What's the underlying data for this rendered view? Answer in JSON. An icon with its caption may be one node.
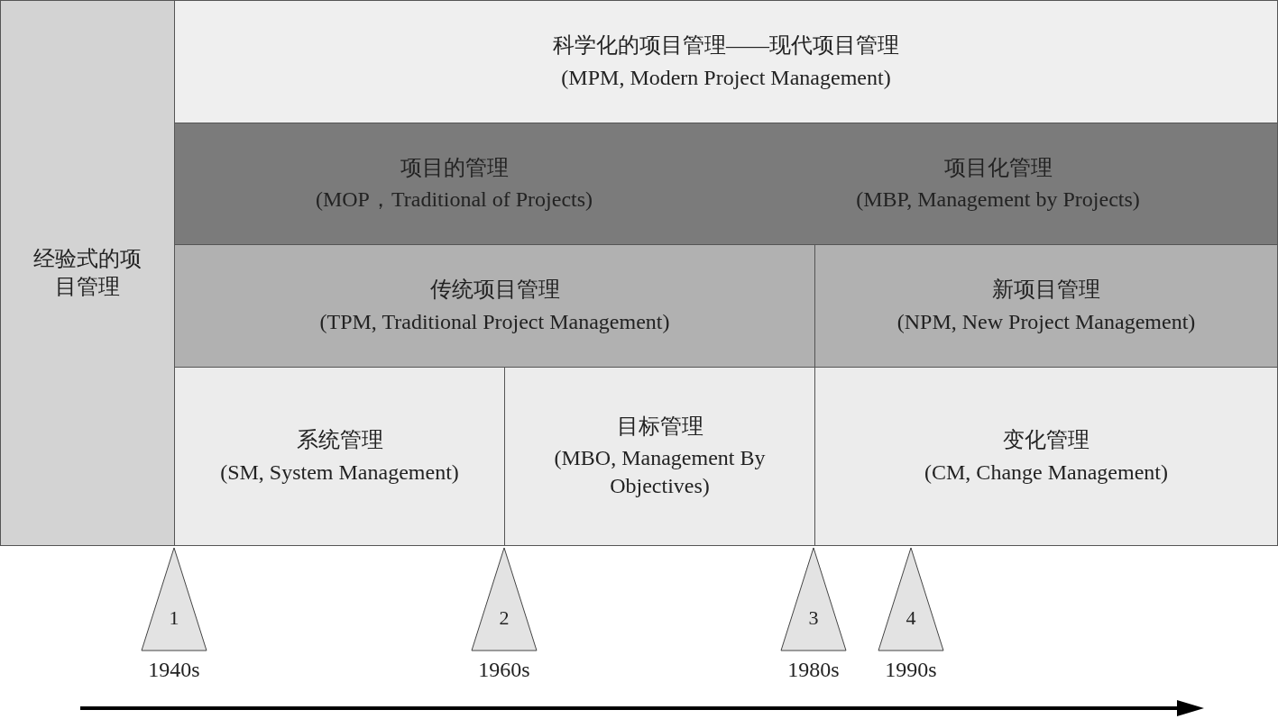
{
  "diagram": {
    "nodes": [
      {
        "text": [
          "经验式的项目管理"
        ]
      },
      {
        "text": [
          "科学化的项目管理——现代项目管理",
          "(MPM, Modern Project Management)"
        ]
      },
      {
        "text": [
          "项目的管理",
          "(MOP，Traditional of Projects)",
          "项目化管理",
          "(MBP, Management by Projects)"
        ]
      },
      {
        "text": [
          "传统项目管理",
          "(TPM, Traditional Project Management)"
        ]
      },
      {
        "text": [
          "新项目管理",
          "(NPM, New Project Management)"
        ]
      },
      {
        "text": [
          "系统管理",
          "(SM, System Management)"
        ]
      },
      {
        "text": [
          "目标管理",
          "(MBO, Management By Objectives)"
        ]
      },
      {
        "text": [
          "变化管理",
          "(CM, Change Management)"
        ]
      },
      {
        "text": [
          "1"
        ],
        "beside": [
          "1940s"
        ]
      },
      {
        "text": [
          "2"
        ],
        "beside": [
          "1960s"
        ]
      },
      {
        "text": [
          "3"
        ],
        "beside": [
          "1980s"
        ]
      },
      {
        "text": [
          "4"
        ],
        "beside": [
          "1990s"
        ]
      }
    ]
  }
}
